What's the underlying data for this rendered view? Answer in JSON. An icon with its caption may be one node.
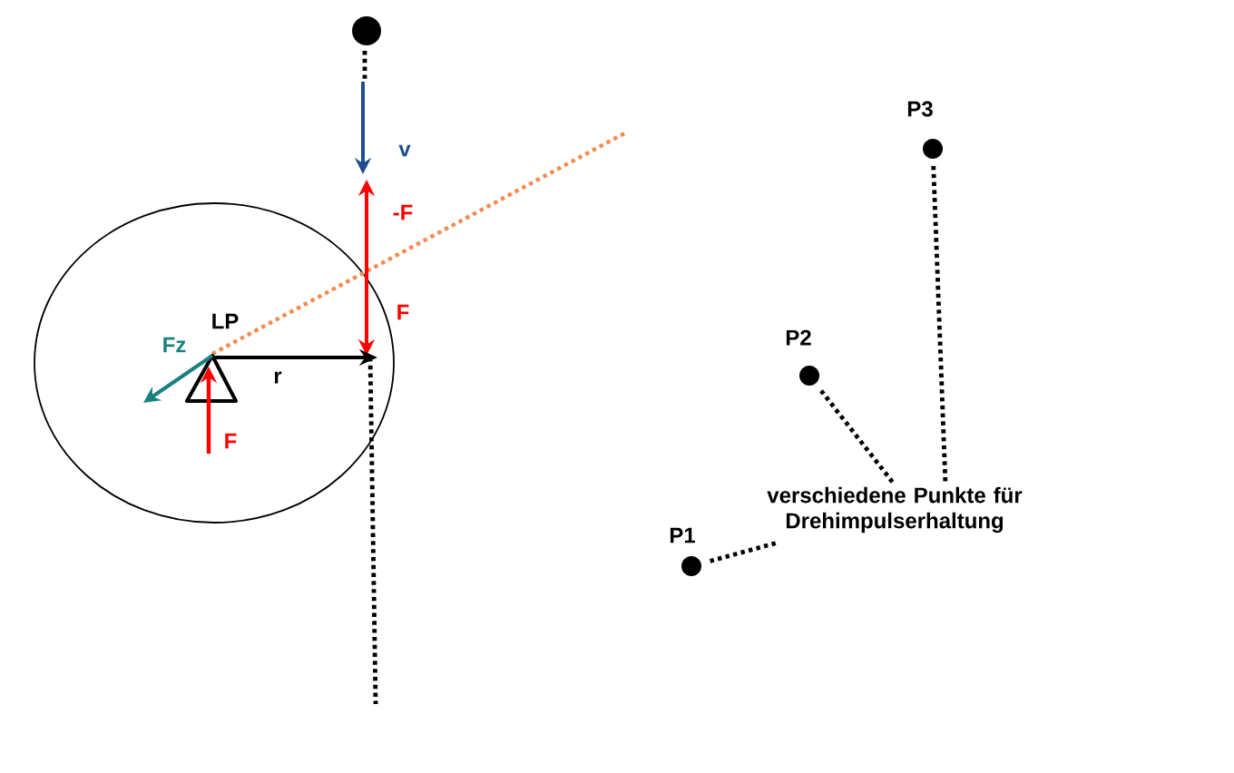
{
  "diagram": {
    "nodes": [
      {
        "text": [],
        "shape": "circle",
        "beside": [
          "P3"
        ]
      },
      {
        "text": [],
        "shape": "circle",
        "beside": [
          "P2"
        ]
      },
      {
        "text": [
          "verschiedene Punkte für Drehimpulserhaltung"
        ]
      },
      {
        "text": [],
        "shape": "circle",
        "beside": [
          "P1"
        ]
      }
    ],
    "edges": [
      {
        "from": 2,
        "to": 0,
        "arrow": "none"
      },
      {
        "from": 2,
        "to": 1,
        "arrow": "none"
      },
      {
        "from": 2,
        "to": 3,
        "arrow": "none"
      }
    ],
    "labels": [
      "v",
      "-F",
      "F",
      "LP",
      "Fz",
      "r",
      "F"
    ]
  }
}
